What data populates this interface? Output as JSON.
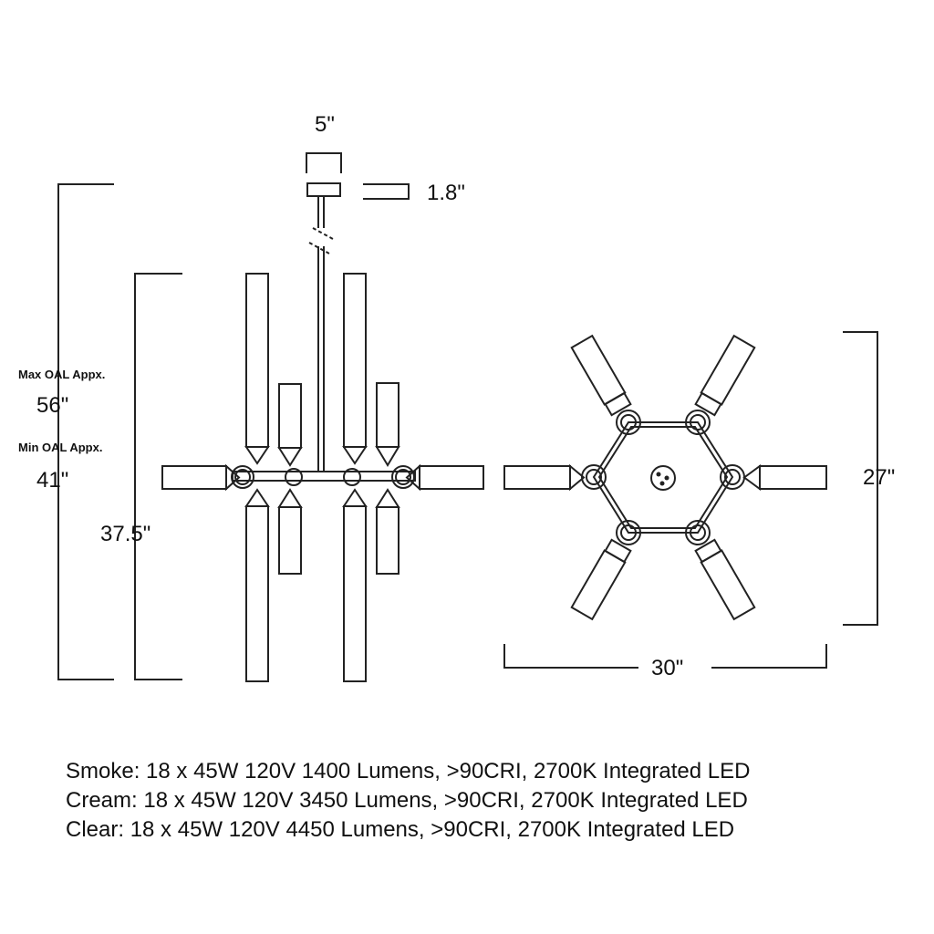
{
  "side_view": {
    "canopy_width": "5\"",
    "canopy_height": "1.8\"",
    "max_oal_label": "Max OAL Appx.",
    "max_oal_value": "56\"",
    "min_oal_label": "Min OAL Appx.",
    "min_oal_value": "41\"",
    "body_height": "37.5\""
  },
  "top_view": {
    "depth": "27\"",
    "width": "30\""
  },
  "specs": [
    "Smoke: 18 x 45W 120V 1400 Lumens, >90CRI, 2700K Integrated LED",
    "Cream: 18 x 45W 120V 3450 Lumens, >90CRI, 2700K Integrated LED",
    "Clear: 18 x 45W 120V 4450 Lumens, >90CRI, 2700K Integrated LED"
  ]
}
